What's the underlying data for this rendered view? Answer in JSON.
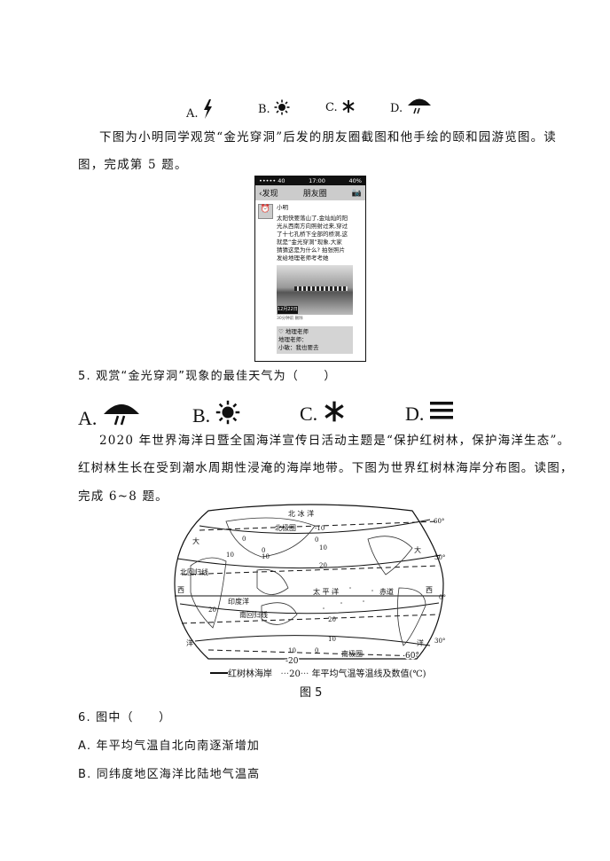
{
  "q4_options": [
    {
      "label": "A.",
      "icon": "lightning-icon"
    },
    {
      "label": "B.",
      "icon": "sun-icon"
    },
    {
      "label": "C.",
      "icon": "snowflake-icon"
    },
    {
      "label": "D.",
      "icon": "rain-cloud-icon"
    }
  ],
  "intro5": {
    "line1": "下图为小明同学观赏“金光穿洞”后发的朋友圈截图和他手绘的颐和园游览图。读",
    "line2": "图，完成第 5 题。"
  },
  "phone": {
    "signal": "••••• 40",
    "time": "17:00",
    "battery": "40%",
    "back": "发现",
    "title": "朋友圈",
    "user": "小明",
    "post": [
      "太阳快要落山了,金灿灿的阳",
      "光从西南方向照射过来,穿过",
      "了十七孔桥下全部的桥洞,这",
      "就是“金光穿洞”现象.大家",
      "猜猜这是为什么? 拍张照片",
      "发给地理老师考考她"
    ],
    "photo_stamp": "12月22日",
    "meta": "30分钟前  删除",
    "like": "地理老师",
    "comments": [
      "地理老师：",
      "小敏：我也要去"
    ]
  },
  "q5": {
    "stem": "5. 观赏“金光穿洞”现象的最佳天气为（　　）",
    "options": [
      {
        "label": "A.",
        "icon": "rain-cloud-icon"
      },
      {
        "label": "B.",
        "icon": "sun-icon"
      },
      {
        "label": "C.",
        "icon": "snowflake-icon"
      },
      {
        "label": "D.",
        "icon": "fog-icon"
      }
    ]
  },
  "intro6": {
    "line1": "2020 年世界海洋日暨全国海洋宣传日活动主题是“保护红树林，保护海洋生态”。",
    "line2": "红树林生长在受到潮水周期性浸淹的海岸地带。下图为世界红树林海岸分布图。读图，",
    "line3": "完成 6~8 题。"
  },
  "map": {
    "labels": {
      "arctic": "北 冰 洋",
      "arctic_circle": "北极圈",
      "tropic_n": "北回归线",
      "tropic_s": "南回归线",
      "antarctic_circle": "南极圈",
      "pacific": "太 平 洋",
      "indian": "印度洋",
      "equator": "赤道",
      "da_l": "大",
      "da_r": "大",
      "xi_l": "西",
      "xi_r": "西",
      "yang_l": "洋",
      "yang_r": "洋"
    },
    "lat_ticks": [
      "60°",
      "30°",
      "0°",
      "30°",
      "60°"
    ],
    "isotherms": [
      "-10",
      "0",
      "10",
      "0",
      "10",
      "0",
      "10",
      "20",
      "20",
      "20",
      "10",
      "10",
      "0",
      "-20"
    ],
    "legend": {
      "mangrove": "红树林海岸",
      "isotherm_value": "20",
      "isotherm": "年平均气温等温线及数值(℃)"
    },
    "caption": "图 5"
  },
  "q6": {
    "stem": "6. 图中（　　）",
    "a": "A.  年平均气温自北向南逐渐增加",
    "b": "B.  同纬度地区海洋比陆地气温高"
  }
}
